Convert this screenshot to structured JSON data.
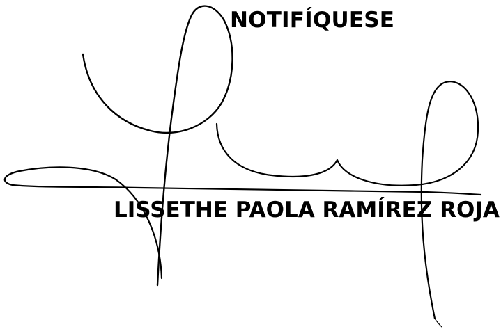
{
  "document": {
    "heading": "NOTIFÍQUESE",
    "signer_name": "LISSETHE PAOLA RAMÍREZ ROJAS"
  },
  "signature": {
    "icon": "handwritten-signature",
    "ink_color": "#000000"
  }
}
